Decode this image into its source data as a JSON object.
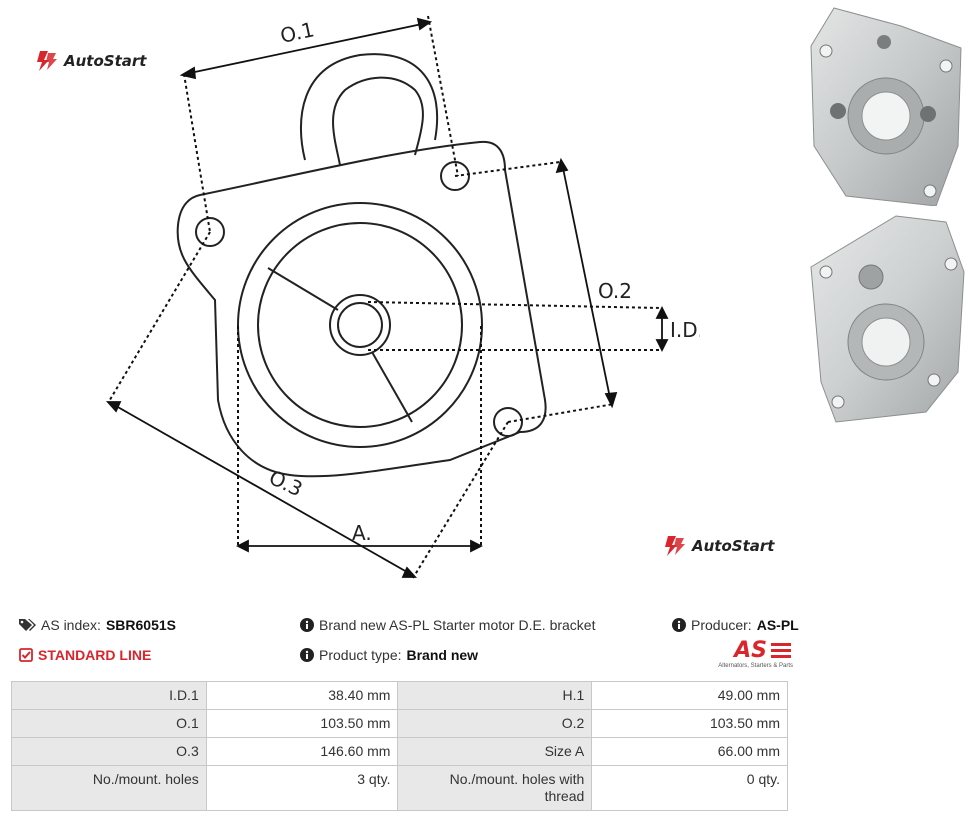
{
  "brand": {
    "name": "AutoStart"
  },
  "drawing_labels": {
    "o1": "O.1",
    "o2": "O.2",
    "o3": "O.3",
    "id1": "I.D.1",
    "a": "A."
  },
  "info": {
    "as_index_label": "AS index:",
    "as_index_value": "SBR6051S",
    "line_label": "STANDARD LINE",
    "description": "Brand new AS-PL Starter motor D.E. bracket",
    "product_type_label": "Product type:",
    "product_type_value": "Brand new",
    "producer_label": "Producer:",
    "producer_value": "AS-PL",
    "producer_logo_text": "AS",
    "producer_logo_tagline": "Alternators, Starters & Parts"
  },
  "specs": [
    {
      "label1": "I.D.1",
      "value1": "38.40  mm",
      "label2": "H.1",
      "value2": "49.00 mm"
    },
    {
      "label1": "O.1",
      "value1": "103.50 mm",
      "label2": "O.2",
      "value2": "103.50 mm"
    },
    {
      "label1": "O.3",
      "value1": "146.60 mm",
      "label2": "Size A",
      "value2": "66.00 mm"
    },
    {
      "label1": "No./mount. holes",
      "value1": "3 qty.",
      "label2": "No./mount. holes with thread",
      "value2": "0 qty."
    }
  ],
  "colors": {
    "accent_red": "#d8262c",
    "table_label_bg": "#e8e8e8",
    "table_border": "#c8c8c8"
  },
  "icons": [
    "autostart-logo-icon",
    "tag-icon",
    "check-square-icon",
    "info-circle-icon"
  ]
}
